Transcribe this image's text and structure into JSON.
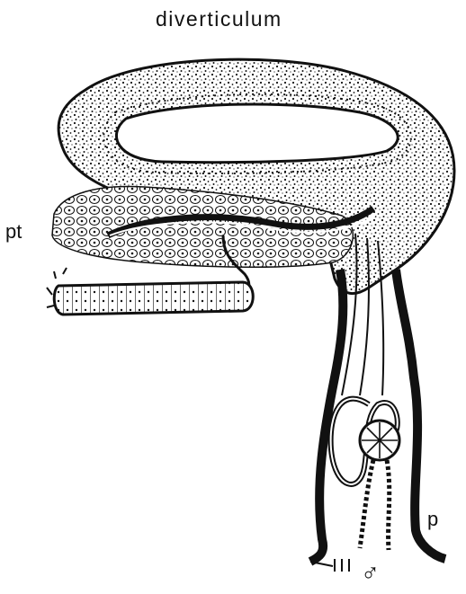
{
  "figure": {
    "title": "diverticulum",
    "labels": {
      "pt": "pt",
      "p": "p",
      "male_symbol": "♂"
    }
  },
  "colors": {
    "ink": "#111111",
    "background": "#ffffff"
  }
}
